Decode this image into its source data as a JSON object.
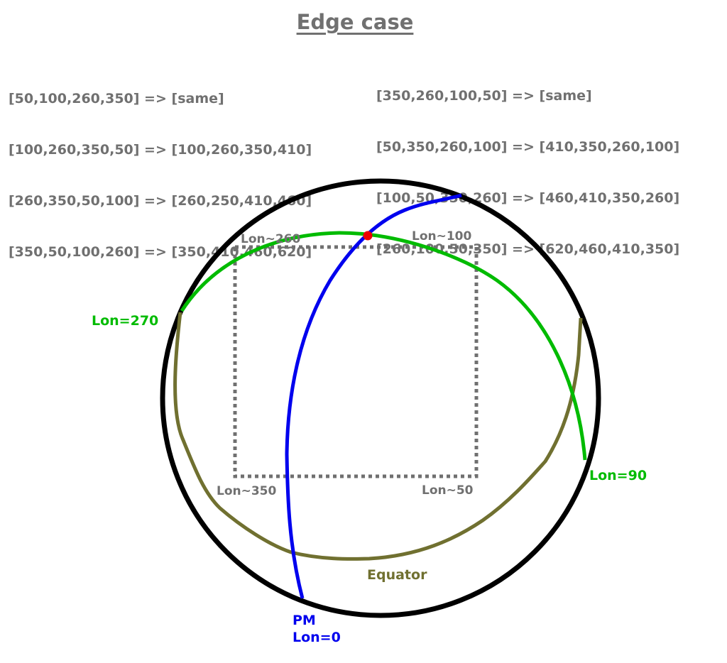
{
  "title": "Edge case",
  "mappings": {
    "left": [
      "[50,100,260,350] => [same]",
      "[100,260,350,50] => [100,260,350,410]",
      "[260,350,50,100] => [260,250,410,460]",
      "[350,50,100,260] => [350,410,460,620]"
    ],
    "right": [
      "[350,260,100,50] => [same]",
      "[50,350,260,100] => [410,350,260,100]",
      "[100,50,350,260] => [460,410,350,260]",
      "[260,100,50,350] => [620,460,410,350]"
    ]
  },
  "diagram": {
    "corner_labels": {
      "top_left": "Lon~260",
      "top_right": "Lon~100",
      "bottom_left": "Lon~350",
      "bottom_right": "Lon~50"
    },
    "lon270_label": "Lon=270",
    "lon90_label": "Lon=90",
    "equator_label": "Equator",
    "pm_label": "PM",
    "pm_lon_label": "Lon=0"
  },
  "colors": {
    "text_gray": "#707070",
    "meridian_green": "#00bb00",
    "equator_olive": "#707030",
    "prime_meridian_blue": "#0000ee",
    "pole_marker_red": "#ee0000",
    "globe_outline": "#000000",
    "box_dotted": "#707070"
  }
}
